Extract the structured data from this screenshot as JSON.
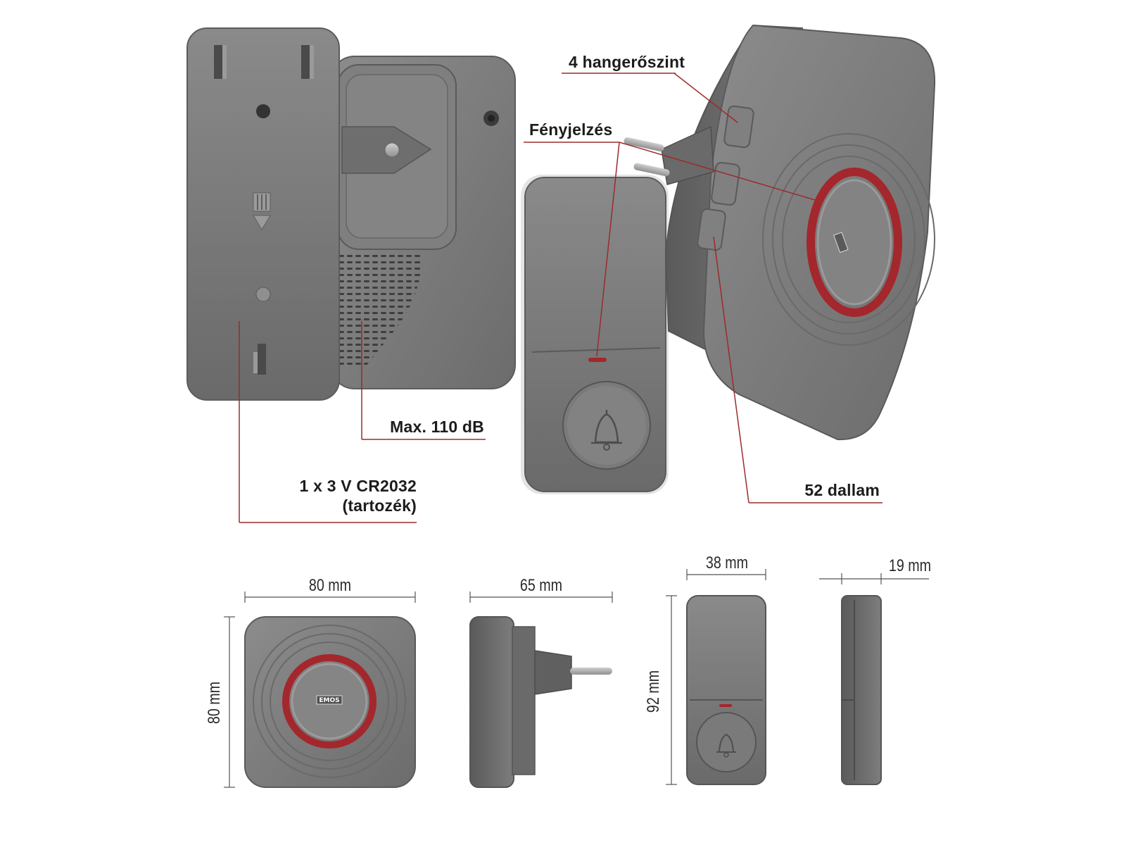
{
  "callouts": {
    "volume_levels": "4 hangerőszint",
    "light_signal": "Fényjelzés",
    "max_db": "Max. 110 dB",
    "battery_line1": "1 x 3 V CR2032",
    "battery_line2": "(tartozék)",
    "melodies": "52 dallam"
  },
  "dimensions": {
    "receiver_width": "80 mm",
    "receiver_height": "80 mm",
    "receiver_depth": "65 mm",
    "button_width": "38 mm",
    "button_height": "92 mm",
    "button_depth": "19 mm"
  },
  "brand": {
    "logo_text": "EMOS"
  },
  "colors": {
    "device_gray": "#7a7a7a",
    "device_dark": "#5f5f5f",
    "accent_red": "#a3272c",
    "leader_red": "#9c2b2b"
  },
  "icons": [
    "bell-icon",
    "arrow-down-icon",
    "volume-button-icon",
    "melody-button-icon",
    "plug-pin-icon"
  ]
}
